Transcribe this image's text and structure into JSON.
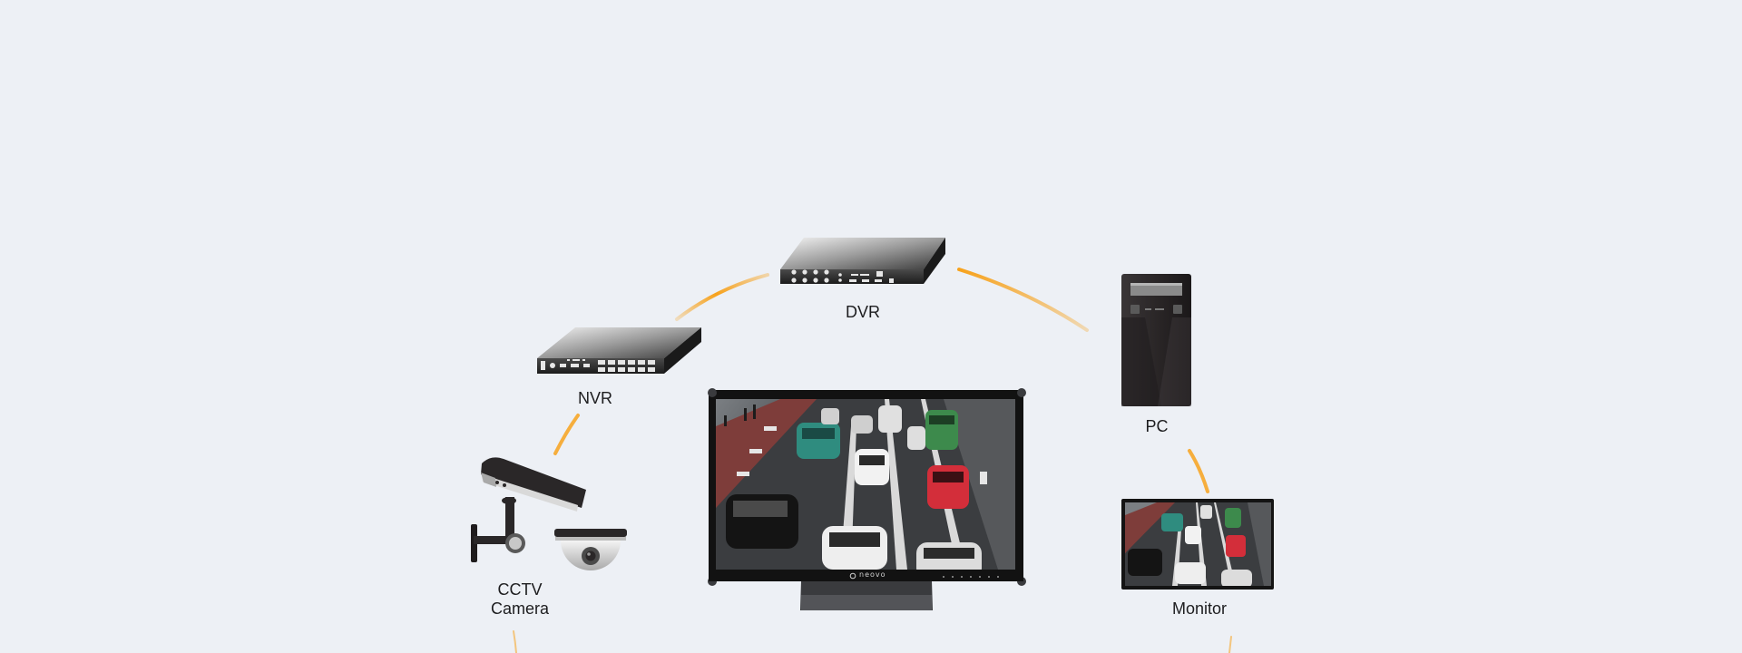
{
  "diagram": {
    "devices": {
      "dvr": {
        "label": "DVR",
        "icon": "dvr-icon"
      },
      "nvr": {
        "label": "NVR",
        "icon": "nvr-icon"
      },
      "pc": {
        "label": "PC",
        "icon": "pc-tower-icon"
      },
      "cctv": {
        "label_line1": "CCTV",
        "label_line2": "Camera",
        "icons": [
          "bullet-camera-icon",
          "dome-camera-icon"
        ]
      },
      "monitor": {
        "label": "Monitor",
        "icon": "small-monitor-icon"
      },
      "center": {
        "icon": "security-monitor-icon",
        "brand": "neovo"
      }
    },
    "colors": {
      "connector": "#f7a21c",
      "device_dark": "#2a2728",
      "background": "#edf0f5"
    }
  }
}
